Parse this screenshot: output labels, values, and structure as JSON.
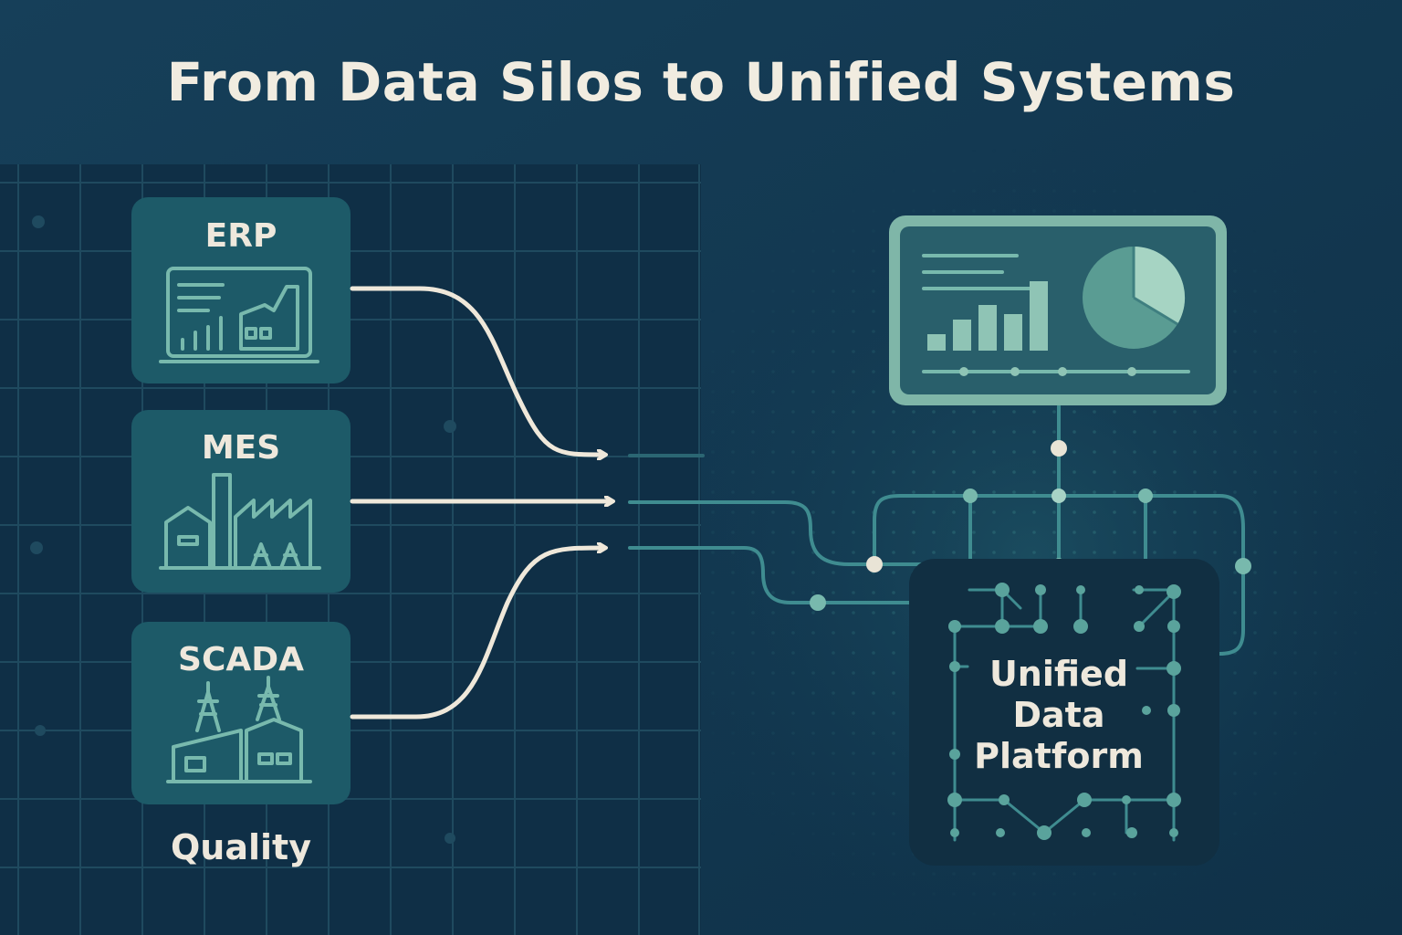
{
  "title": "From Data Silos to Unified Systems",
  "silos": [
    {
      "label": "ERP",
      "icon": "dashboard-factory-icon"
    },
    {
      "label": "MES",
      "icon": "factory-icon"
    },
    {
      "label": "SCADA",
      "icon": "industrial-plant-icon"
    }
  ],
  "extra_silo": "Quality",
  "platform": {
    "lines": [
      "Unified",
      "Data",
      "Platform"
    ],
    "icon": "circuit-board-icon"
  },
  "dashboard": {
    "icon": "analytics-dashboard-icon"
  },
  "colors": {
    "background": "#123a52",
    "grid_panel": "#0f2e45",
    "silo_box": "#1d5a68",
    "accent_teal": "#6fb2a6",
    "connector": "#3f8c90",
    "arrow": "#efe8da",
    "text": "#eee8dc"
  }
}
